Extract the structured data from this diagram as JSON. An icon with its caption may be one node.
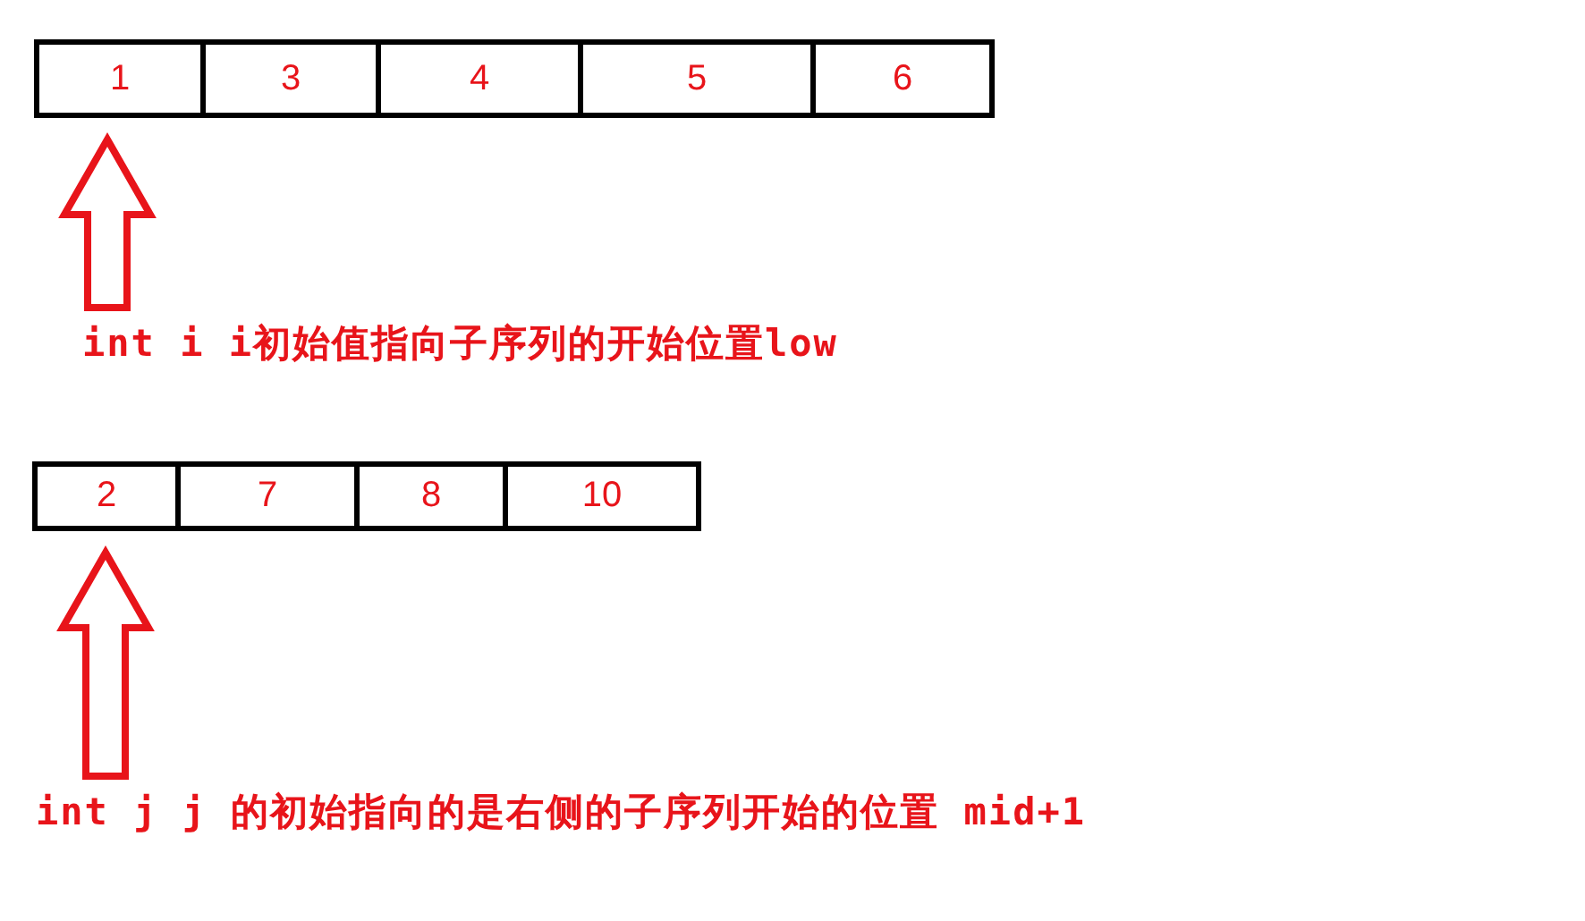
{
  "diagram": {
    "nodes": [
      {
        "text": [
          "1"
        ]
      },
      {
        "text": [
          "3"
        ]
      },
      {
        "text": [
          "4"
        ]
      },
      {
        "text": [
          "5"
        ]
      },
      {
        "text": [
          "6"
        ]
      },
      {
        "text": [
          "int i i初始值指向子序列的开始位置low"
        ]
      },
      {
        "text": [
          "2"
        ]
      },
      {
        "text": [
          "7"
        ]
      },
      {
        "text": [
          "8"
        ]
      },
      {
        "text": [
          "10"
        ]
      },
      {
        "text": [
          "int j j 的初始指向的是右侧的子序列开始的位置 mid+1"
        ]
      }
    ],
    "edges": [
      {
        "from": 5,
        "to": 0,
        "arrow": "to"
      },
      {
        "from": 10,
        "to": 6,
        "arrow": "to"
      }
    ]
  }
}
